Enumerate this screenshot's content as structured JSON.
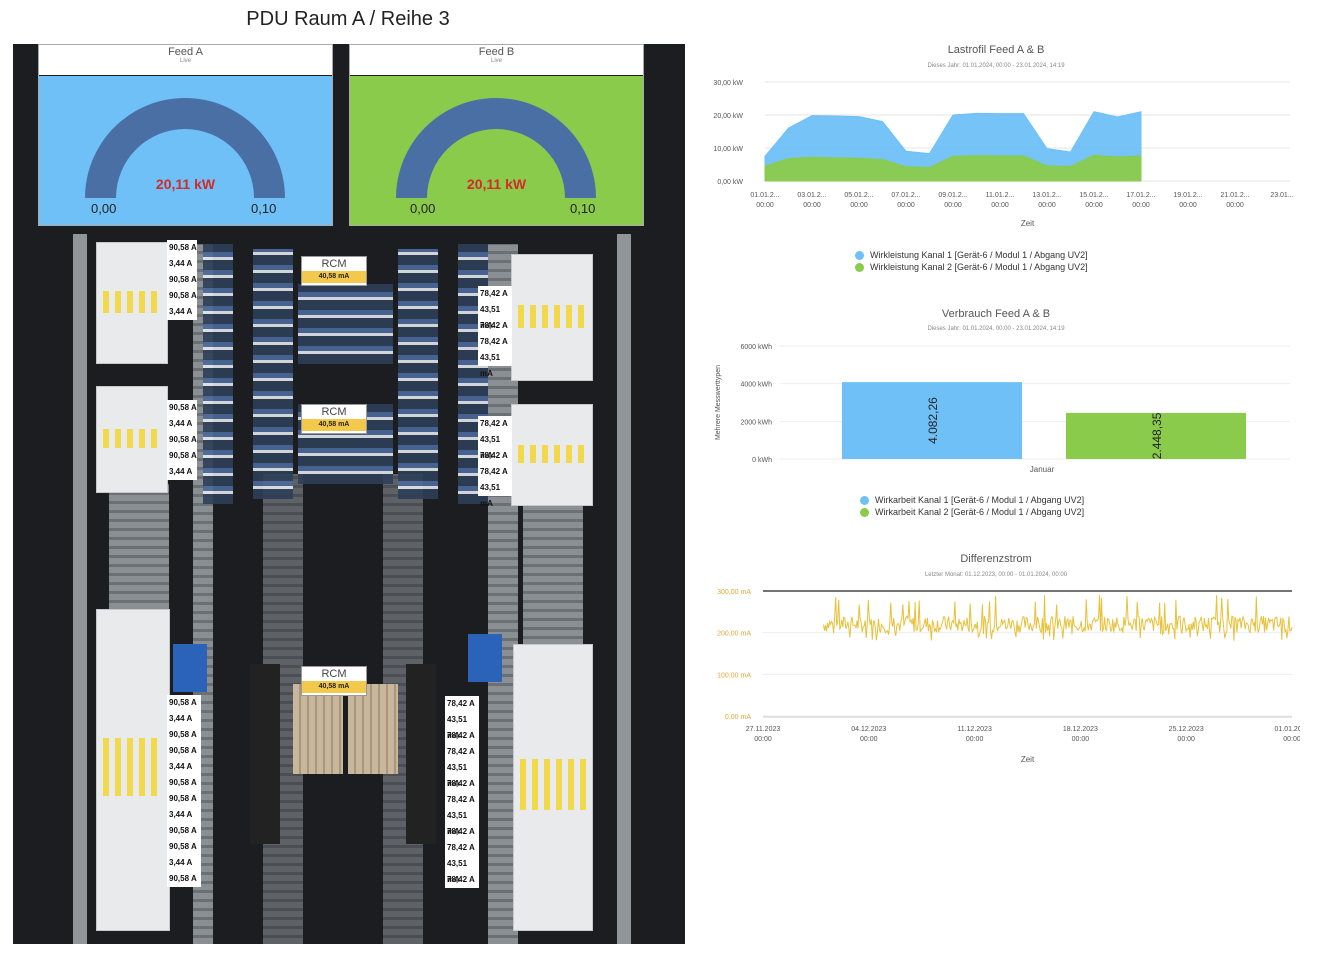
{
  "page": {
    "title": "PDU Raum A / Reihe 3"
  },
  "colors": {
    "feedA": "#6ec0f7",
    "feedB": "#8bcb4c",
    "gaugeArc": "#4a6fa5",
    "residual": "#e8c13a",
    "value": "#d42a2a"
  },
  "gauges": [
    {
      "title": "Feed A",
      "subtitle": "Live",
      "value": "20,11 kW",
      "min": "0,00",
      "max": "0,10",
      "bg": "#6ec0f7"
    },
    {
      "title": "Feed B",
      "subtitle": "Live",
      "value": "20,11 kW",
      "min": "0,00",
      "max": "0,10",
      "bg": "#8bcb4c"
    }
  ],
  "breaker_labels": {
    "top_left": [
      "90,58 A",
      "3,44 A",
      "90,58 A",
      "90,58 A",
      "3,44 A"
    ],
    "mid_left": [
      "90,58 A",
      "3,44 A",
      "90,58 A",
      "90,58 A",
      "3,44 A"
    ],
    "bottom_left": [
      "90,58 A",
      "3,44 A",
      "90,58 A",
      "90,58 A",
      "3,44 A",
      "90,58 A",
      "90,58 A",
      "3,44 A",
      "90,58 A",
      "90,58 A",
      "3,44 A",
      "90,58 A"
    ],
    "top_right": [
      "78,42 A",
      "43,51 mA",
      "78,42 A",
      "78,42 A",
      "43,51 mA"
    ],
    "mid_right": [
      "78,42 A",
      "43,51 mA",
      "78,42 A",
      "78,42 A",
      "43,51 mA"
    ],
    "bottom_right": [
      "78,42 A",
      "43,51 mA",
      "78,42 A",
      "78,42 A",
      "43,51 mA",
      "78,42 A",
      "78,42 A",
      "43,51 mA",
      "78,42 A",
      "78,42 A",
      "43,51 mA",
      "78,42 A"
    ]
  },
  "rcm_tags": [
    {
      "title": "RCM",
      "value": "40,58 mA"
    },
    {
      "title": "RCM",
      "value": "40,58 mA"
    },
    {
      "title": "RCM",
      "value": "40,58 mA"
    }
  ],
  "chart_data": [
    {
      "type": "area",
      "title": "Lastrofil Feed A & B",
      "subtitle": "Dieses Jahr: 01.01.2024, 00:00 - 23.01.2024, 14:19",
      "xlabel": "Zeit",
      "ylabel": "",
      "y_ticks": [
        "30,00 kW",
        "20,00 kW",
        "10,00 kW",
        "0,00 kW"
      ],
      "ylim": [
        0,
        30
      ],
      "x_ticks": [
        "01.01.2... 00:00",
        "03.01.2... 00:00",
        "05.01.2... 00:00",
        "07.01.2... 00:00",
        "09.01.2... 00:00",
        "11.01.2... 00:00",
        "13.01.2... 00:00",
        "15.01.2... 00:00",
        "17.01.2... 00:00",
        "19.01.2... 00:00",
        "21.01.2... 00:00",
        "23.01..."
      ],
      "x": [
        "01.01.2024",
        "02.01.2024",
        "03.01.2024",
        "04.01.2024",
        "05.01.2024",
        "06.01.2024",
        "07.01.2024",
        "08.01.2024",
        "09.01.2024",
        "10.01.2024",
        "11.01.2024",
        "12.01.2024",
        "13.01.2024",
        "14.01.2024",
        "15.01.2024",
        "16.01.2024",
        "17.01.2024",
        "18.01.2024"
      ],
      "xlim": [
        "01.01.2024",
        "23.01.2024"
      ],
      "series": [
        {
          "name": "Wirkleistung Kanal 1 [Gerät-6 / Modul 1 / Abgang UV2]",
          "color": "#6ec0f7",
          "values": [
            7.5,
            16,
            19.8,
            19.7,
            19.5,
            18,
            9,
            8.3,
            20,
            20.5,
            20.4,
            20.4,
            9.8,
            8.8,
            21,
            19.4,
            21,
            null
          ]
        },
        {
          "name": "Wirkleistung Kanal 2 [Gerät-6 / Modul 1 / Abgang UV2]",
          "color": "#8bcb4c",
          "values": [
            4.5,
            6.8,
            7.2,
            7,
            6.9,
            6.5,
            4.3,
            4.1,
            7.5,
            7.7,
            7.6,
            7.6,
            4.6,
            4.4,
            7.8,
            7.3,
            7.6,
            null
          ]
        }
      ]
    },
    {
      "type": "bar",
      "title": "Verbrauch Feed A & B",
      "subtitle": "Dieses Jahr: 01.01.2024, 00:00 - 23.01.2024, 14:19",
      "xlabel": "Januar",
      "ylabel": "Mehrere Messwerttypen",
      "y_ticks": [
        "6000 kWh",
        "4000 kWh",
        "2000 kWh",
        "0 kWh"
      ],
      "ylim": [
        0,
        6000
      ],
      "categories": [
        "Januar"
      ],
      "series": [
        {
          "name": "Wirkarbeit Kanal 1 [Gerät-6 / Modul 1 / Abgang UV2]",
          "color": "#6ec0f7",
          "values": [
            4082.26
          ],
          "label": "4.082,26"
        },
        {
          "name": "Wirkarbeit Kanal 2 [Gerät-6 / Modul 1 / Abgang UV2]",
          "color": "#8bcb4c",
          "values": [
            2448.35
          ],
          "label": "2.448,35"
        }
      ]
    },
    {
      "type": "line",
      "title": "Differenzstrom",
      "subtitle": "Letzter Monat: 01.12.2023, 00:00 - 01.01.2024, 00:00",
      "xlabel": "Zeit",
      "y_ticks": [
        "300,00 mA",
        "200,00 mA",
        "100,00 mA",
        "0,00 mA"
      ],
      "ylim": [
        0,
        300
      ],
      "x_ticks": [
        "27.11.2023 00:00",
        "04.12.2023 00:00",
        "11.12.2023 00:00",
        "18.12.2023 00:00",
        "25.12.2023 00:00",
        "01.01.2024 00:00"
      ],
      "xlim": [
        "27.11.2023",
        "01.01.2024"
      ],
      "series": [
        {
          "name": "Differenzstrom",
          "color": "#e8c13a",
          "x_start": "01.12.2023",
          "x_end": "01.01.2024",
          "mean": 220,
          "min": 180,
          "max": 290,
          "threshold": 300
        }
      ]
    }
  ]
}
